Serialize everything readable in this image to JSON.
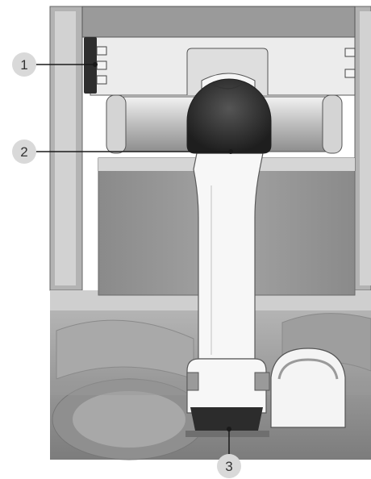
{
  "diagram": {
    "callouts": [
      {
        "number": "1",
        "target": "piston-rings"
      },
      {
        "number": "2",
        "target": "piston-pin"
      },
      {
        "number": "3",
        "target": "crankshaft-journal"
      }
    ]
  },
  "colors": {
    "background": "#ffffff",
    "cylinder_dark": "#8f8f8f",
    "cylinder_mid": "#b9b9b9",
    "piston_light": "#ececec",
    "rod": "#f7f7f7",
    "outline": "#4a4a4a",
    "callout_bubble": "#d9d9d9"
  }
}
